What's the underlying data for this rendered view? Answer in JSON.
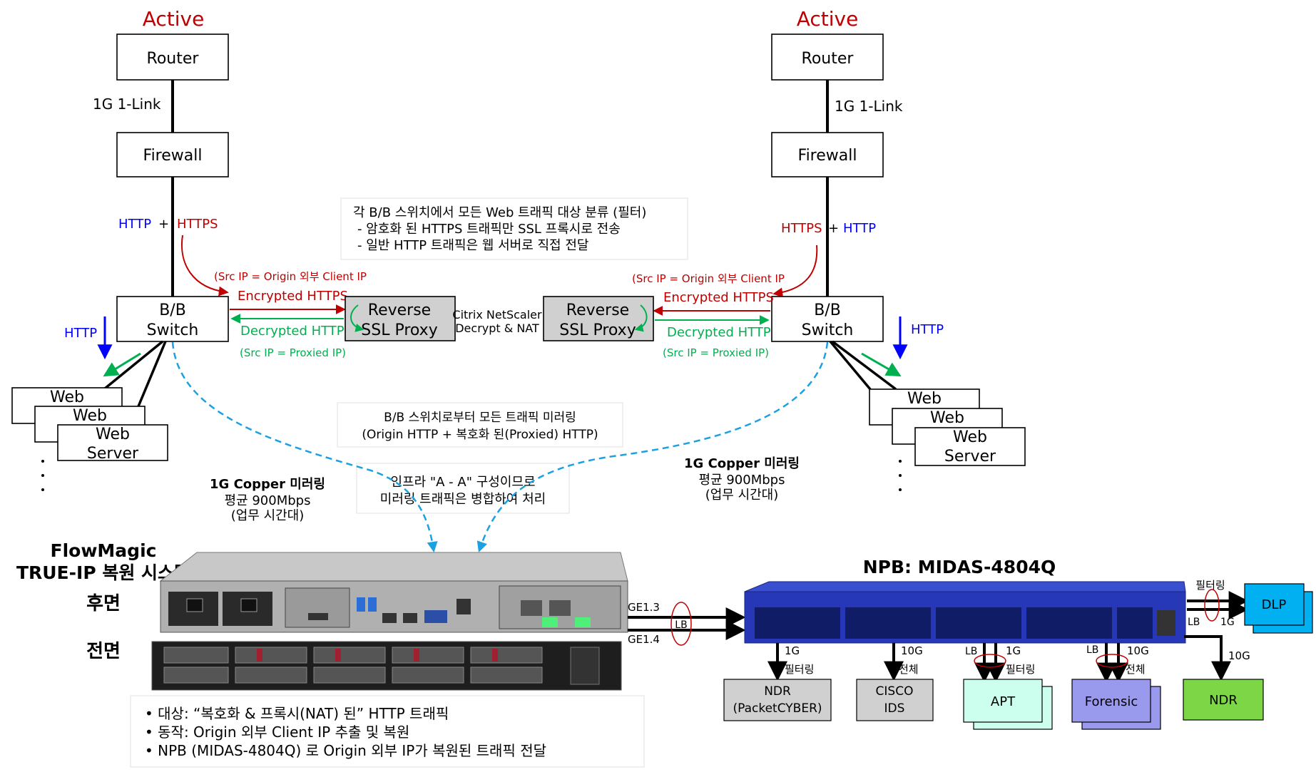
{
  "left": {
    "active": "Active",
    "router": "Router",
    "link": "1G 1-Link",
    "firewall": "Firewall",
    "http": "HTTP",
    "plus": "+",
    "https": "HTTPS",
    "src_ip_origin": "(Src IP = Origin 외부 Client IP",
    "encrypted": "Encrypted HTTPS",
    "decrypted": "Decrypted HTTP",
    "src_ip_proxied": "(Src IP = Proxied IP)",
    "switch_l1": "B/B",
    "switch_l2": "Switch",
    "http_down": "HTTP",
    "web1": "Web",
    "web2": "Web",
    "web3_l1": "Web",
    "web3_l2": "Server",
    "mirror_title": "1G Copper 미러링",
    "mirror_avg": "평균 900Mbps",
    "mirror_time": "(업무 시간대)"
  },
  "right": {
    "active": "Active",
    "router": "Router",
    "link": "1G 1-Link",
    "firewall": "Firewall",
    "https": "HTTPS",
    "plus": "+",
    "http": "HTTP",
    "src_ip_origin": "(Src IP = Origin 외부 Client IP",
    "encrypted": "Encrypted HTTPS",
    "decrypted": "Decrypted HTTP",
    "src_ip_proxied": "(Src IP = Proxied IP)",
    "switch_l1": "B/B",
    "switch_l2": "Switch",
    "http_down": "HTTP",
    "web1": "Web",
    "web2": "Web",
    "web3_l1": "Web",
    "web3_l2": "Server",
    "mirror_title": "1G Copper 미러링",
    "mirror_avg": "평균 900Mbps",
    "mirror_time": "(업무 시간대)"
  },
  "proxy": {
    "line1": "Reverse",
    "line2": "SSL Proxy",
    "citrix1": "Citrix NetScaler",
    "citrix2": "Decrypt & NAT"
  },
  "notes": {
    "filter_l1": "각 B/B 스위치에서 모든 Web 트래픽 대상 분류 (필터)",
    "filter_l2": "- 암호화 된 HTTPS 트래픽만 SSL 프록시로 전송",
    "filter_l3": "- 일반 HTTP 트래픽은 웹 서버로 직접 전달",
    "mirror_l1": "B/B 스위치로부터 모든 트래픽 미러링",
    "mirror_l2": "(Origin HTTP + 복호화 된(Proxied) HTTP)",
    "aa_l1": "인프라 \"A - A\" 구성이므로",
    "aa_l2": "미러링 트래픽은 병합하여  처리"
  },
  "flowmagic": {
    "title1": "FlowMagic",
    "title2": "TRUE-IP 복원 시스템",
    "rear": "후면",
    "front": "전면",
    "ge13": "GE1.3",
    "ge14": "GE1.4",
    "lb": "LB",
    "bullets": [
      "• 대상: “복호화 & 프록시(NAT) 된” HTTP 트래픽",
      "• 동작: Origin 외부 Client IP 추출 및 복원",
      "• NPB (MIDAS-4804Q) 로 Origin 외부 IP가 복원된 트래픽 전달"
    ]
  },
  "npb": {
    "title": "NPB: MIDAS-4804Q",
    "filter_top": "필터링",
    "lb_dlp": "LB",
    "g_dlp": "1G",
    "dlp": "DLP",
    "ndr_speed": "10G",
    "ndr": "NDR",
    "pc_speed": "1G",
    "pc_filter": "필터링",
    "pc_l1": "NDR",
    "pc_l2": "(PacketCYBER)",
    "ids_speed": "10G",
    "ids_label": "전체",
    "ids_l1": "CISCO",
    "ids_l2": "IDS",
    "apt_lb": "LB",
    "apt_speed": "1G",
    "apt_filter": "필터링",
    "apt": "APT",
    "for_lb": "LB",
    "for_speed": "10G",
    "for_label": "전체",
    "forensic": "Forensic"
  },
  "colors": {
    "active": "#c00000",
    "https": "#c00000",
    "http": "#0000ff",
    "decrypted": "#00b050",
    "mirror": "#1ba1e2",
    "proxy": "#d0d0d0",
    "dlp": "#00b0f0",
    "ndr": "#7cd645",
    "apt": "#ccffee",
    "forensic": "#9999ee",
    "npb": "#2638b8"
  }
}
